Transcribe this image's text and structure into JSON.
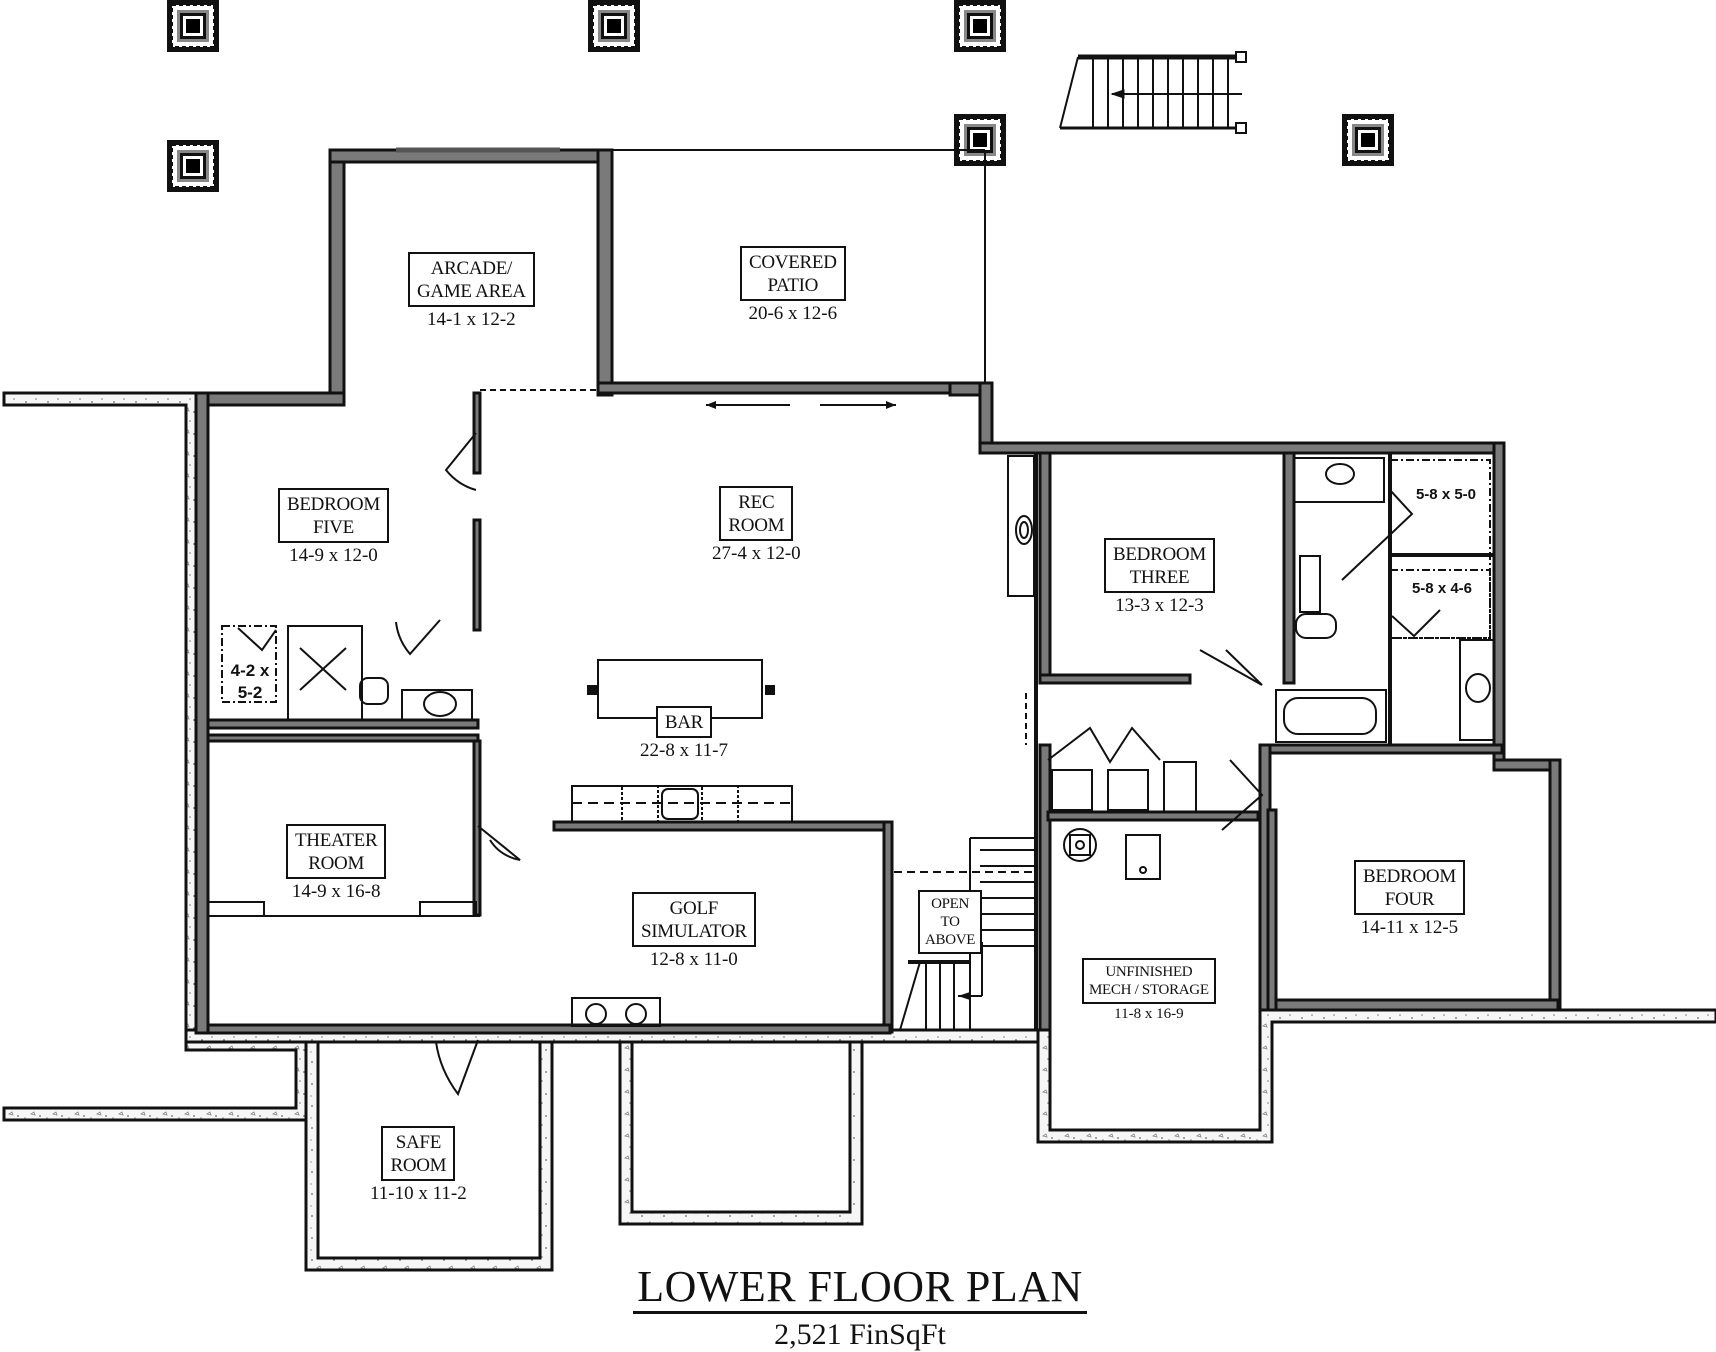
{
  "plan": {
    "title": "LOWER FLOOR PLAN",
    "area": "2,521 FinSqFt",
    "colors": {
      "wall": "#111111",
      "wall_fill": "#7a7a7a",
      "foundation_fill": "#f4f4f4",
      "background": "#ffffff"
    }
  },
  "rooms": [
    {
      "id": "arcade",
      "name": "ARCADE/\nGAME AREA",
      "dims": "14-1 x 12-2"
    },
    {
      "id": "covered-patio",
      "name": "COVERED\nPATIO",
      "dims": "20-6 x 12-6"
    },
    {
      "id": "bedroom-five",
      "name": "BEDROOM\nFIVE",
      "dims": "14-9 x 12-0"
    },
    {
      "id": "rec-room",
      "name": "REC\nROOM",
      "dims": "27-4 x 12-0"
    },
    {
      "id": "bedroom-three",
      "name": "BEDROOM\nTHREE",
      "dims": "13-3 x 12-3"
    },
    {
      "id": "bar",
      "name": "BAR",
      "dims": "22-8 x 11-7"
    },
    {
      "id": "theater",
      "name": "THEATER\nROOM",
      "dims": "14-9 x 16-8"
    },
    {
      "id": "golf",
      "name": "GOLF\nSIMULATOR",
      "dims": "12-8 x 11-0"
    },
    {
      "id": "open-above",
      "name": "OPEN\nTO\nABOVE",
      "dims": ""
    },
    {
      "id": "mech",
      "name": "UNFINISHED\nMECH / STORAGE",
      "dims": "11-8 x 16-9"
    },
    {
      "id": "bedroom-four",
      "name": "BEDROOM\nFOUR",
      "dims": "14-11 x 12-5"
    },
    {
      "id": "safe-room",
      "name": "SAFE\nROOM",
      "dims": "11-10 x 11-2"
    }
  ],
  "closets": [
    {
      "id": "closet-bed5",
      "dims": "4-2 x\n5-2"
    },
    {
      "id": "closet-upper-right",
      "dims": "5-8 x 5-0"
    },
    {
      "id": "closet-lower-right",
      "dims": "5-8 x 4-6"
    }
  ]
}
